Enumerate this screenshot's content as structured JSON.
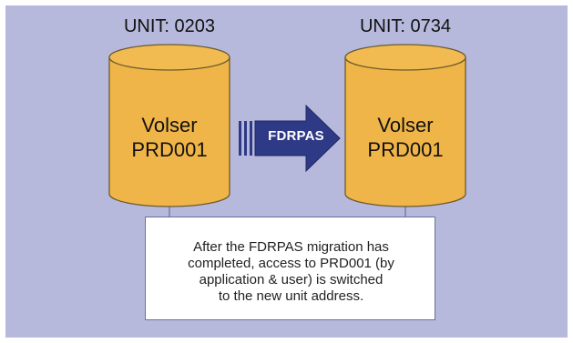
{
  "colors": {
    "background": "#b7b9dc",
    "panel_border": "#ffffff",
    "cylinder_fill": "#f0b548",
    "cylinder_stroke": "#6b5a2c",
    "arrow_fill": "#2e3a86",
    "connector": "#6a7099"
  },
  "source": {
    "unit_label": "UNIT: 0203",
    "volser_line1": "Volser",
    "volser_line2": "PRD001"
  },
  "target": {
    "unit_label": "UNIT: 0734",
    "volser_line1": "Volser",
    "volser_line2": "PRD001"
  },
  "arrow": {
    "label": "FDRPAS"
  },
  "note": {
    "lines": [
      "After the FDRPAS migration has",
      "completed, access to PRD001 (by",
      "application & user) is switched",
      "to the new unit address."
    ]
  }
}
